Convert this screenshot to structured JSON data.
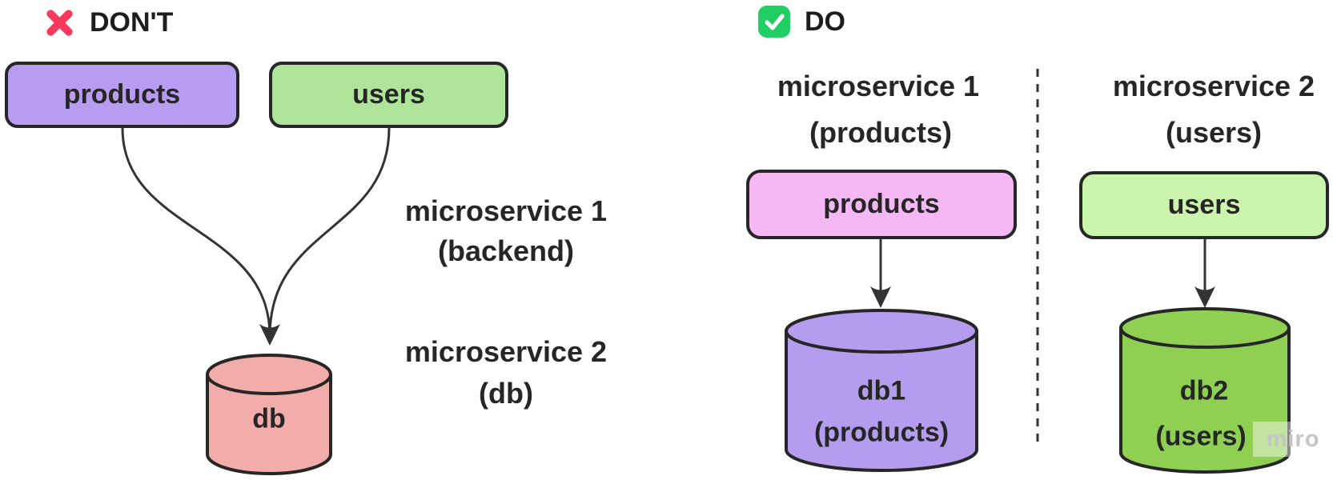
{
  "dont": {
    "title": "DON'T",
    "box_products": "products",
    "box_users": "users",
    "cylinder_db": "db",
    "label_ms1_line1": "microservice 1",
    "label_ms1_line2": "(backend)",
    "label_ms2_line1": "microservice 2",
    "label_ms2_line2": "(db)"
  },
  "do": {
    "title": "DO",
    "col1": {
      "heading_line1": "microservice 1",
      "heading_line2": "(products)",
      "box_label": "products",
      "db_line1": "db1",
      "db_line2": "(products)"
    },
    "col2": {
      "heading_line1": "microservice 2",
      "heading_line2": "(users)",
      "box_label": "users",
      "db_line1": "db2",
      "db_line2": "(users)"
    }
  },
  "watermark": "miro",
  "colors": {
    "dont_x": "#F8395E",
    "do_check": "#21CE63",
    "box_purple": "#B79DF2",
    "box_green": "#AEE59B",
    "box_pink": "#F4B8F4",
    "box_light_green": "#CBF4AC",
    "cylinder_pink": "#F2ACA9",
    "cylinder_purple": "#B49CEF",
    "cylinder_green": "#8FD052",
    "ink": "#262626",
    "connector": "#333333"
  }
}
